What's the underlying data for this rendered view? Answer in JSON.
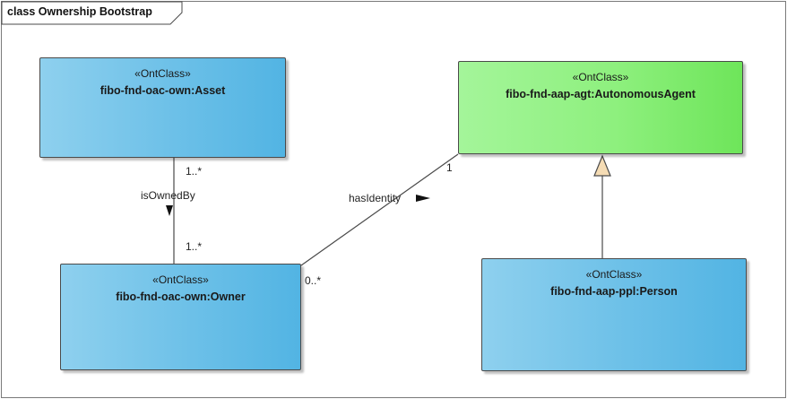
{
  "diagram": {
    "title": "class Ownership Bootstrap"
  },
  "classes": {
    "asset": {
      "stereotype": "«OntClass»",
      "name": "fibo-fnd-oac-own:Asset",
      "color": "#6cc0e8"
    },
    "owner": {
      "stereotype": "«OntClass»",
      "name": "fibo-fnd-oac-own:Owner",
      "color": "#6cc0e8"
    },
    "agent": {
      "stereotype": "«OntClass»",
      "name": "fibo-fnd-aap-agt:AutonomousAgent",
      "color": "#8ef07e"
    },
    "person": {
      "stereotype": "«OntClass»",
      "name": "fibo-fnd-aap-ppl:Person",
      "color": "#6cc0e8"
    }
  },
  "associations": {
    "is_owned_by": {
      "label": "isOwnedBy",
      "source_multiplicity": "1..*",
      "target_multiplicity": "1..*"
    },
    "has_identity": {
      "label": "hasIdentity",
      "source_multiplicity": "0..*",
      "target_multiplicity": "1"
    }
  },
  "generalizations": [
    {
      "from": "fibo-fnd-aap-ppl:Person",
      "to": "fibo-fnd-aap-agt:AutonomousAgent"
    }
  ]
}
